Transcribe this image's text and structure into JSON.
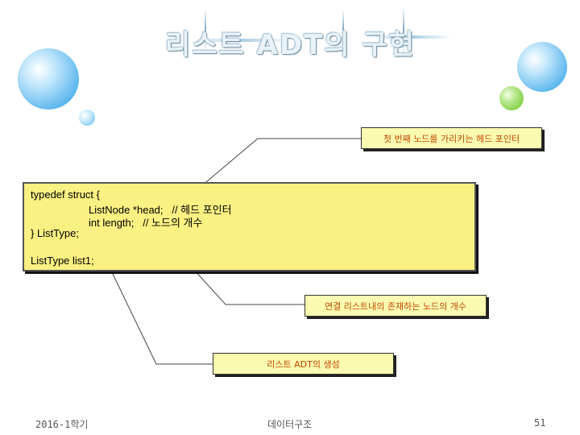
{
  "slide": {
    "title": "리스트 ADT의 구현"
  },
  "callouts": {
    "head_pointer": "첫 번째 노드를 가리키는 헤드 포인터",
    "node_count": "연결 리스트내의 존재하는 노드의 개수",
    "creation": "리스트 ADT의 생성"
  },
  "code": {
    "lines": [
      "typedef struct {",
      "ListNode *head;   // 헤드 포인터",
      "int length;   // 노드의 개수",
      "} ListType;",
      "ListType list1;"
    ]
  },
  "footer": {
    "semester": "2016-1학기",
    "course": "데이터구조",
    "page": "51"
  },
  "colors": {
    "callout_bg": "#fafab0",
    "callout_text": "#c04a00",
    "code_bg": "#fbf082",
    "bubble_blue": "#5bb6ee",
    "bubble_green": "#86d24a"
  }
}
